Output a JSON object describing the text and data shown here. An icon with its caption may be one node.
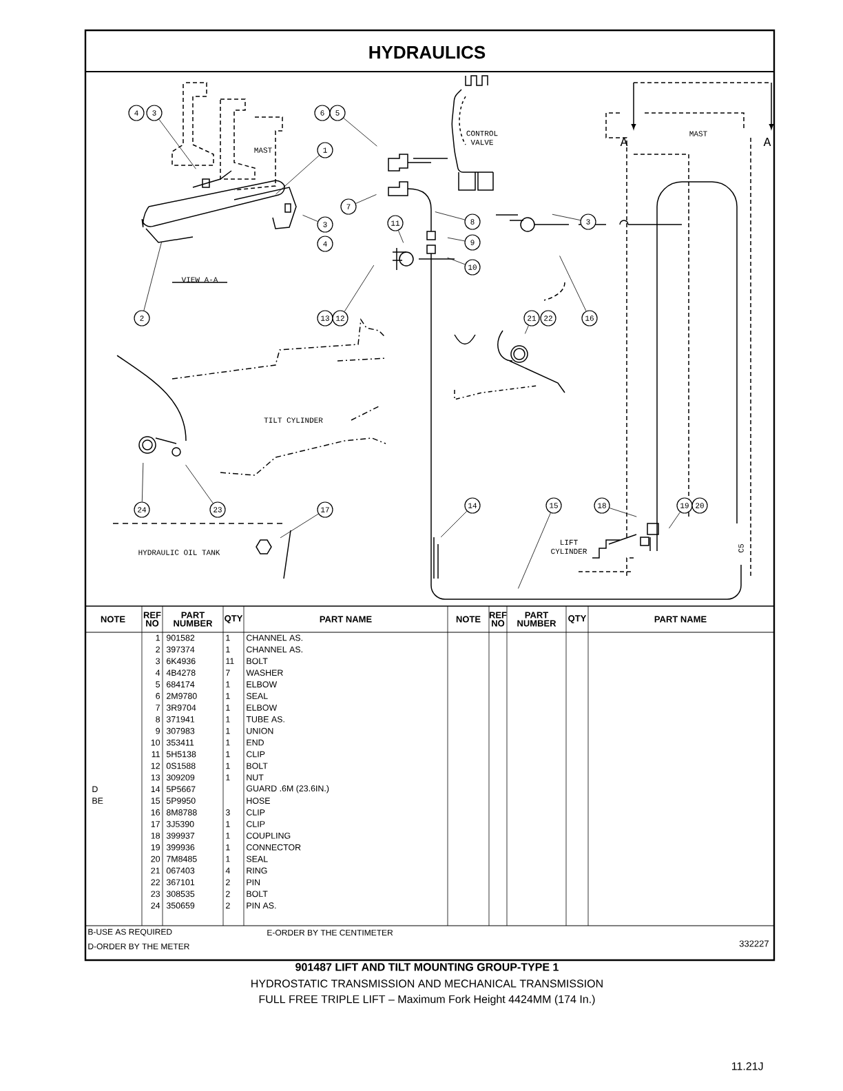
{
  "diagram": {
    "title": "HYDRAULICS",
    "caption": "901487 LIFT AND TILT MOUNTING GROUP-TYPE 1",
    "nodes": [
      {
        "text": [
          "4"
        ]
      },
      {
        "text": [
          "3"
        ]
      },
      {
        "text": [
          "6"
        ]
      },
      {
        "text": [
          "5"
        ]
      },
      {
        "text": [
          "1"
        ]
      },
      {
        "text": [
          "7"
        ]
      },
      {
        "text": [
          "8"
        ]
      },
      {
        "text": [
          "3"
        ]
      },
      {
        "text": [
          "3"
        ]
      },
      {
        "text": [
          "9"
        ]
      },
      {
        "text": [
          "4"
        ]
      },
      {
        "text": [
          "11"
        ]
      },
      {
        "text": [
          "10"
        ]
      },
      {
        "text": [
          "2"
        ]
      },
      {
        "text": [
          "13"
        ]
      },
      {
        "text": [
          "12"
        ]
      },
      {
        "text": [
          "21"
        ]
      },
      {
        "text": [
          "22"
        ]
      },
      {
        "text": [
          "16"
        ]
      },
      {
        "text": [
          "14"
        ]
      },
      {
        "text": [
          "24"
        ]
      },
      {
        "text": [
          "23"
        ]
      },
      {
        "text": [
          "17"
        ]
      },
      {
        "text": [
          "15"
        ]
      },
      {
        "text": [
          "18"
        ]
      },
      {
        "text": [
          "19"
        ]
      },
      {
        "text": [
          "20"
        ]
      }
    ],
    "edges": [
      {
        "from": 1,
        "to": null,
        "arrow": "none"
      },
      {
        "from": 3,
        "to": null,
        "arrow": "none"
      },
      {
        "from": 4,
        "to": null,
        "arrow": "none"
      },
      {
        "from": 5,
        "to": null,
        "arrow": "none"
      },
      {
        "from": 6,
        "to": null,
        "arrow": "none"
      },
      {
        "from": 7,
        "to": null,
        "arrow": "none"
      },
      {
        "from": 8,
        "to": null,
        "arrow": "none"
      },
      {
        "from": 9,
        "to": null,
        "arrow": "none"
      },
      {
        "from": 11,
        "to": null,
        "arrow": "none"
      },
      {
        "from": 12,
        "to": null,
        "arrow": "none"
      },
      {
        "from": 13,
        "to": null,
        "arrow": "none"
      },
      {
        "from": 15,
        "to": null,
        "arrow": "none"
      },
      {
        "from": 16,
        "to": null,
        "arrow": "none"
      },
      {
        "from": 18,
        "to": null,
        "arrow": "none"
      },
      {
        "from": 19,
        "to": null,
        "arrow": "none"
      },
      {
        "from": 20,
        "to": null,
        "arrow": "none"
      },
      {
        "from": 21,
        "to": null,
        "arrow": "none"
      },
      {
        "from": 22,
        "to": null,
        "arrow": "none"
      },
      {
        "from": 23,
        "to": null,
        "arrow": "none"
      },
      {
        "from": 24,
        "to": null,
        "arrow": "none"
      },
      {
        "from": 25,
        "to": null,
        "arrow": "none"
      }
    ],
    "labels": [
      "MAST",
      "CONTROL VALVE",
      "A",
      "MAST",
      "A",
      "VIEW A-A",
      "TILT CYLINDER",
      "HYDRAULIC OIL TANK",
      "LIFT CYLINDER",
      "C5",
      "NOTE",
      "REF NO",
      "PART NUMBER",
      "QTY",
      "PART NAME",
      "NOTE",
      "REF NO",
      "PART NUMBER",
      "QTY",
      "PART NAME",
      "1",
      "901582",
      "1",
      "CHANNEL AS.",
      "2",
      "397374",
      "1",
      "CHANNEL AS.",
      "3",
      "6K4936",
      "11",
      "BOLT",
      "4",
      "4B4278",
      "7",
      "WASHER",
      "5",
      "684174",
      "1",
      "ELBOW",
      "6",
      "2M9780",
      "1",
      "SEAL",
      "7",
      "3R9704",
      "1",
      "ELBOW",
      "8",
      "371941",
      "1",
      "TUBE AS.",
      "9",
      "307983",
      "1",
      "UNION",
      "10",
      "353411",
      "1",
      "END",
      "11",
      "5H5138",
      "1",
      "CLIP",
      "12",
      "0S1588",
      "1",
      "BOLT",
      "13",
      "309209",
      "1",
      "NUT",
      "D",
      "14",
      "5P5667",
      "GUARD .6M (23.6IN.)",
      "BE",
      "15",
      "5P9950",
      "HOSE",
      "16",
      "8M8788",
      "3",
      "CLIP",
      "17",
      "3J5390",
      "1",
      "CLIP",
      "18",
      "399937",
      "1",
      "COUPLING",
      "19",
      "399936",
      "1",
      "CONNECTOR",
      "20",
      "7M8485",
      "1",
      "SEAL",
      "21",
      "067403",
      "4",
      "RING",
      "22",
      "367101",
      "2",
      "PIN",
      "23",
      "308535",
      "2",
      "BOLT",
      "24",
      "350659",
      "2",
      "PIN AS.",
      "B-USE AS REQUIRED",
      "E-ORDER BY THE CENTIMETER",
      "D-ORDER BY THE METER",
      "332227",
      "HYDROSTATIC TRANSMISSION AND MECHANICAL TRANSMISSION",
      "FULL FREE TRIPLE LIFT – Maximum Fork Height 4424MM (174 In.)",
      "11.21J"
    ]
  }
}
